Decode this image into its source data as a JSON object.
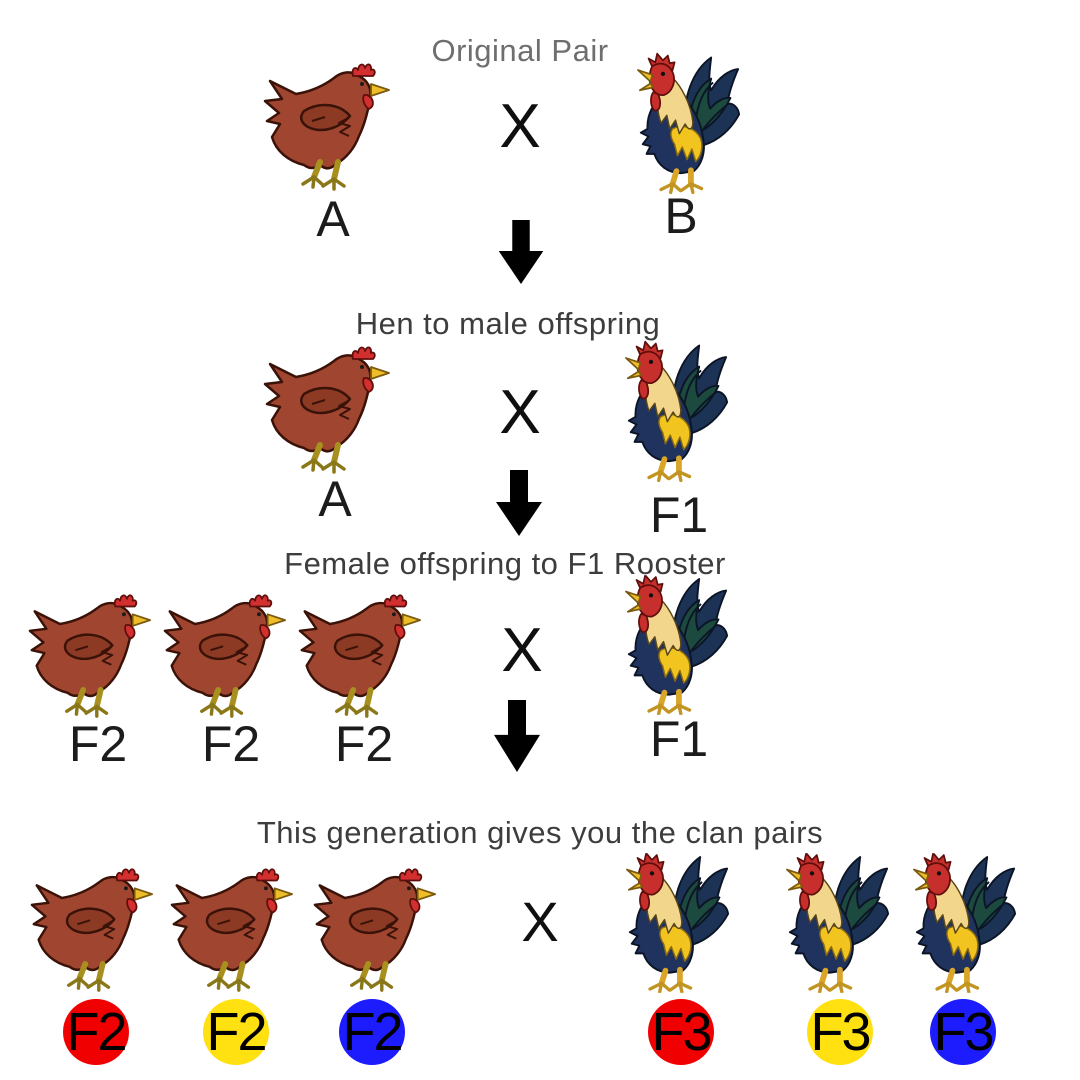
{
  "colors": {
    "background": "#ffffff",
    "title_light": "#6e6e6e",
    "title_dark": "#3d3d3d",
    "label": "#1c1c1c",
    "clan_red": "#f00000",
    "clan_yellow": "#ffe010",
    "clan_blue": "#1c1cff"
  },
  "icons": {
    "hen": "hen-image",
    "rooster": "rooster-image",
    "down_arrow": "down-arrow-icon",
    "cross": "cross-symbol"
  },
  "step1": {
    "title": "Original Pair",
    "cross": "X",
    "hen_label": "A",
    "rooster_label": "B"
  },
  "step2": {
    "title": "Hen to male offspring",
    "cross": "X",
    "hen_label": "A",
    "rooster_label": "F1"
  },
  "step3": {
    "title": "Female offspring to F1 Rooster",
    "cross": "X",
    "hen_labels": [
      "F2",
      "F2",
      "F2"
    ],
    "rooster_label": "F1"
  },
  "step4": {
    "title": "This generation gives you the clan pairs",
    "cross": "X",
    "hen_badges": [
      {
        "label": "F2",
        "color": "#f00000"
      },
      {
        "label": "F2",
        "color": "#ffe010"
      },
      {
        "label": "F2",
        "color": "#1c1cff"
      }
    ],
    "rooster_badges": [
      {
        "label": "F3",
        "color": "#f00000"
      },
      {
        "label": "F3",
        "color": "#ffe010"
      },
      {
        "label": "F3",
        "color": "#1c1cff"
      }
    ]
  }
}
